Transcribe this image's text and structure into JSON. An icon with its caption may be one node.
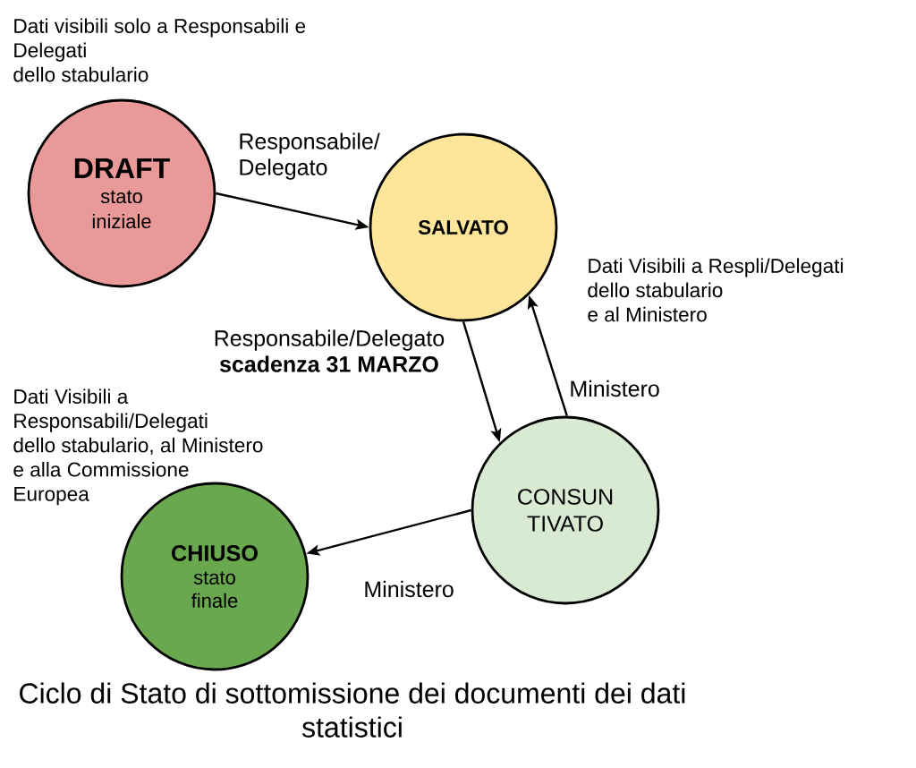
{
  "diagram": {
    "caption": "Ciclo di Stato di sottomissione dei documenti dei dati statistici",
    "nodes": [
      {
        "text": [
          "DRAFT",
          "stato iniziale"
        ],
        "beside": [
          "Dati visibili solo a Responsabili e Delegati dello stabulario"
        ]
      },
      {
        "text": [
          "SALVATO"
        ]
      },
      {
        "text": [
          "CONSUN TIVATO"
        ]
      },
      {
        "text": [
          "CHIUSO",
          "stato finale"
        ],
        "beside": [
          "Dati Visibili a Responsabili/Delegati dello stabulario, al Ministero e alla Commissione Europea"
        ]
      }
    ],
    "edges": [
      {
        "from": 0,
        "to": 1,
        "arrow": "to",
        "label": "Responsabile/ Delegato"
      },
      {
        "from": 1,
        "to": 2,
        "arrow": "to",
        "label": "Responsabile/Delegato **scadenza 31 MARZO**"
      },
      {
        "from": 2,
        "to": 1,
        "arrow": "to",
        "label": "Ministero"
      },
      {
        "from": 2,
        "to": 3,
        "arrow": "to",
        "label": "Ministero"
      }
    ],
    "labels": [
      "Dati Visibili a Respli/Delegati dello stabulario e al Ministero"
    ]
  }
}
